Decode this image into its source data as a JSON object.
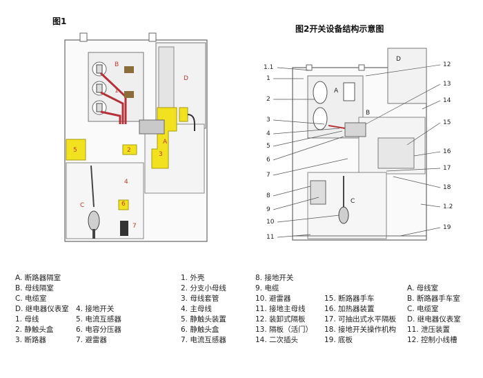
{
  "figure1": {
    "title": "图1",
    "regions": {
      "A": "A",
      "B": "B",
      "C": "C",
      "D": "D"
    },
    "numbers": {
      "n1": "1",
      "n2": "2",
      "n3": "3",
      "n4": "4",
      "n5": "5",
      "n6": "6",
      "n7": "7"
    }
  },
  "figure2": {
    "title": "图2开关设备结构示意图",
    "regions": {
      "A": "A",
      "B": "B",
      "C": "C",
      "D": "D"
    },
    "callouts_left": [
      "1.1",
      "1",
      "2",
      "3",
      "4",
      "5",
      "6",
      "7",
      "8",
      "9",
      "10",
      "11"
    ],
    "callouts_right": [
      "12",
      "13",
      "14",
      "15",
      "16",
      "17",
      "18",
      "1.2",
      "19"
    ]
  },
  "legend": {
    "col1": [
      "A. 断路器隔室",
      "B. 母线隔室",
      "C. 电缆室",
      "D. 继电器仪表室",
      "1. 母线",
      "2. 静触头盒",
      "3. 断路器"
    ],
    "col2": [
      "4. 接地开关",
      "5. 电流互感器",
      "6. 电容分压器",
      "7. 避雷器"
    ],
    "col3": [
      "1. 外壳",
      "2. 分支小母线",
      "3. 母线套管",
      "4. 主母线",
      "5. 静触头装置",
      "6. 静触头盒",
      "7. 电流互感器"
    ],
    "col4": [
      "8. 接地开关",
      "9. 电缆",
      "10. 避雷器",
      "11. 接地主母线",
      "12. 装卸式隔板",
      "13. 隔板（活门）",
      "14. 二次插头"
    ],
    "col5": [
      "15. 断路器手车",
      "16. 加热器装置",
      "17. 可抽出式水平隔板",
      "18. 接地开关操作机构",
      "19. 底板"
    ],
    "col6": [
      "A. 母线室",
      "B. 断路器手车室",
      "C. 电缆室",
      "D. 继电器仪表室",
      "11. 泄压装置",
      "12. 控制小线槽"
    ]
  }
}
